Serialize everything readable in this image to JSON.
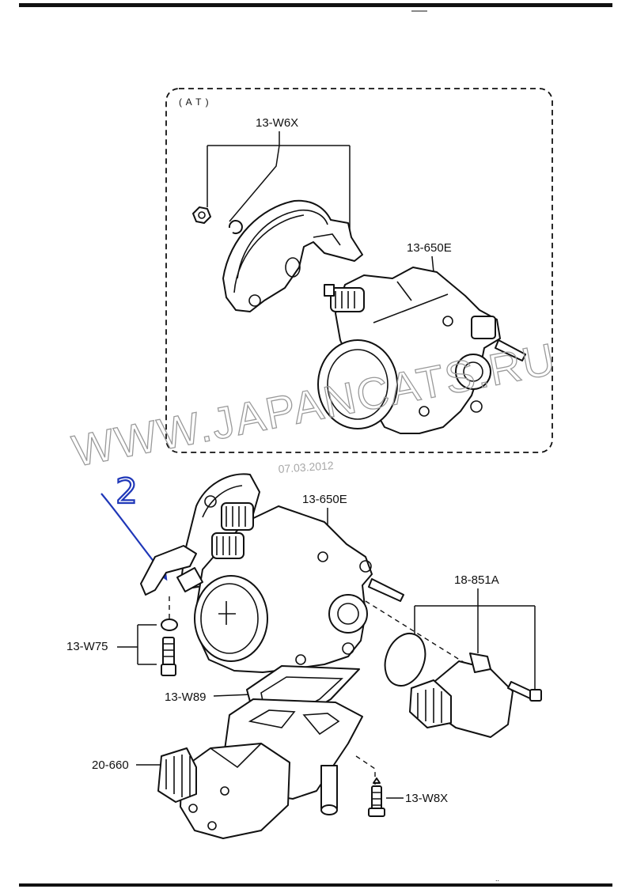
{
  "watermark": "WWW.JAPANCATS.RU",
  "date_stamp": "07.03.2012",
  "inset_label": "( A T )",
  "handwritten_mark": "2",
  "labels": {
    "w6x": "13-W6X",
    "e650_top": "13-650E",
    "e650_main": "13-650E",
    "a851": "18-851A",
    "w75": "13-W75",
    "w89": "13-W89",
    "n660": "20-660",
    "w8x": "13-W8X"
  },
  "colors": {
    "ink": "#111111",
    "watermark": "#9a9a9a",
    "handwriting": "#1f37b8"
  }
}
